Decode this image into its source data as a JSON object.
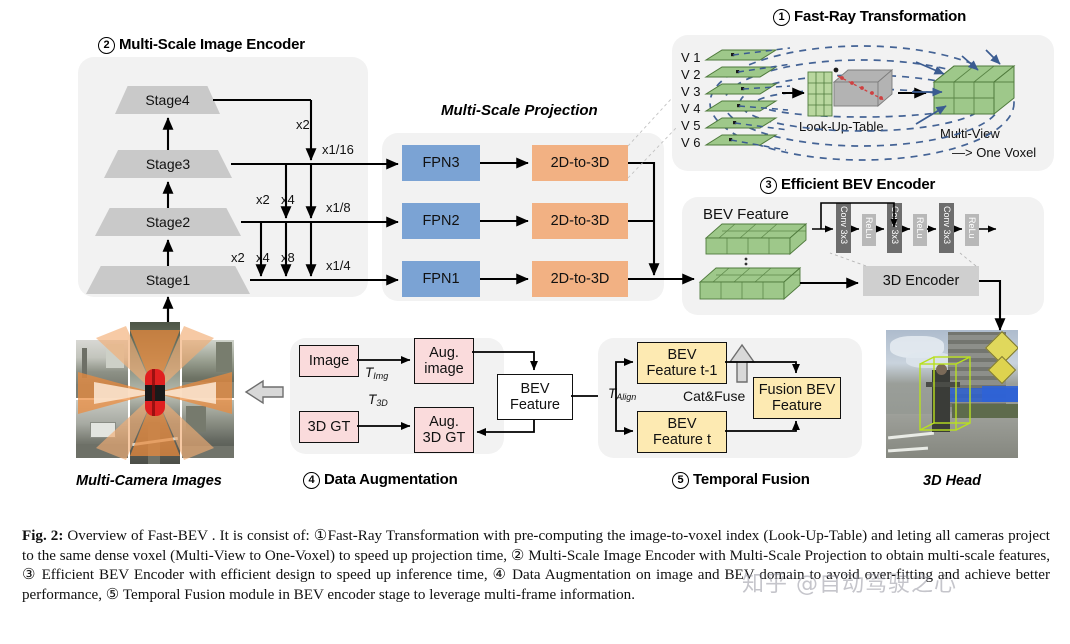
{
  "figure": {
    "caption_label": "Fig. 2:",
    "caption_text": " Overview of Fast-BEV . It is consist of: ①Fast-Ray Transformation with pre-computing the image-to-voxel index (Look-Up-Table) and leting all cameras project to the same dense voxel (Multi-View to One-Voxel) to speed up projection time, ② Multi-Scale Image Encoder with Multi-Scale Projection to obtain multi-scale features, ③ Efficient BEV Encoder with efficient design to speed up inference time, ④ Data Augmentation on image and BEV domain to avoid over-fitting and achieve better performance, ⑤ Temporal Fusion module in BEV encoder stage to leverage multi-frame information.",
    "watermark": "知乎 @自动驾驶之心"
  },
  "sections": {
    "fast_ray": {
      "number": "1",
      "title": "Fast-Ray Transformation"
    },
    "image_encoder": {
      "number": "2",
      "title": "Multi-Scale Image Encoder"
    },
    "bev_encoder": {
      "number": "3",
      "title": "Efficient BEV  Encoder"
    },
    "data_aug": {
      "number": "4",
      "title": "Data Augmentation"
    },
    "temporal_fusion": {
      "number": "5",
      "title": "Temporal Fusion"
    },
    "multi_scale_projection": {
      "title": "Multi-Scale Projection"
    }
  },
  "encoder": {
    "stages": [
      "Stage4",
      "Stage3",
      "Stage2",
      "Stage1"
    ],
    "upsample_labels": [
      "x2",
      "x2",
      "x4",
      "x2",
      "x4",
      "x8"
    ],
    "scale_labels": [
      "x1/16",
      "x1/8",
      "x1/4"
    ]
  },
  "projection": {
    "fpn": [
      "FPN3",
      "FPN2",
      "FPN1"
    ],
    "lift": [
      "2D-to-3D",
      "2D-to-3D",
      "2D-to-3D"
    ]
  },
  "fast_ray": {
    "views": [
      "V 1",
      "V 2",
      "V 3",
      "V 4",
      "V 5",
      "V 6"
    ],
    "lut_label": "Look-Up-Table",
    "voxel_label_line1": "Multi-View",
    "voxel_label_line2": "—> One Voxel"
  },
  "bev_encoder": {
    "bev_feature_label": "BEV Feature",
    "encoder_label": "3D Encoder",
    "conv_blocks": [
      "Conv 3x3",
      "ReLu",
      "Conv 3x3",
      "ReLu",
      "Conv 3x3",
      "ReLu"
    ]
  },
  "data_aug": {
    "image_box": "Image",
    "gt_box": "3D GT",
    "aug_image_box": "Aug.\nimage",
    "aug_gt_box": "Aug.\n3D GT",
    "bev_feature_box": "BEV\nFeature",
    "t_img": "T",
    "t_img_sub": "Img",
    "t_3d": "T",
    "t_3d_sub": "3D"
  },
  "temporal": {
    "bev_t1": "BEV\nFeature t-1",
    "bev_t": "BEV\nFeature t",
    "fusion": "Fusion BEV\nFeature",
    "catfuse": "Cat&Fuse",
    "t_align": "T",
    "t_align_sub": "Align"
  },
  "images": {
    "multi_camera_caption": "Multi-Camera Images",
    "head_caption": "3D Head"
  },
  "colors": {
    "panel": "#f2f2f2",
    "fpn_blue": "#7ba3d4",
    "lift_orange": "#f2b183",
    "stage_gray": "#c9c9c9",
    "voxel_green": "#9ec88a",
    "aug_pink": "#fadbdc",
    "temporal_yellow": "#fdeab2",
    "dashed_blue": "#3b5c91"
  }
}
